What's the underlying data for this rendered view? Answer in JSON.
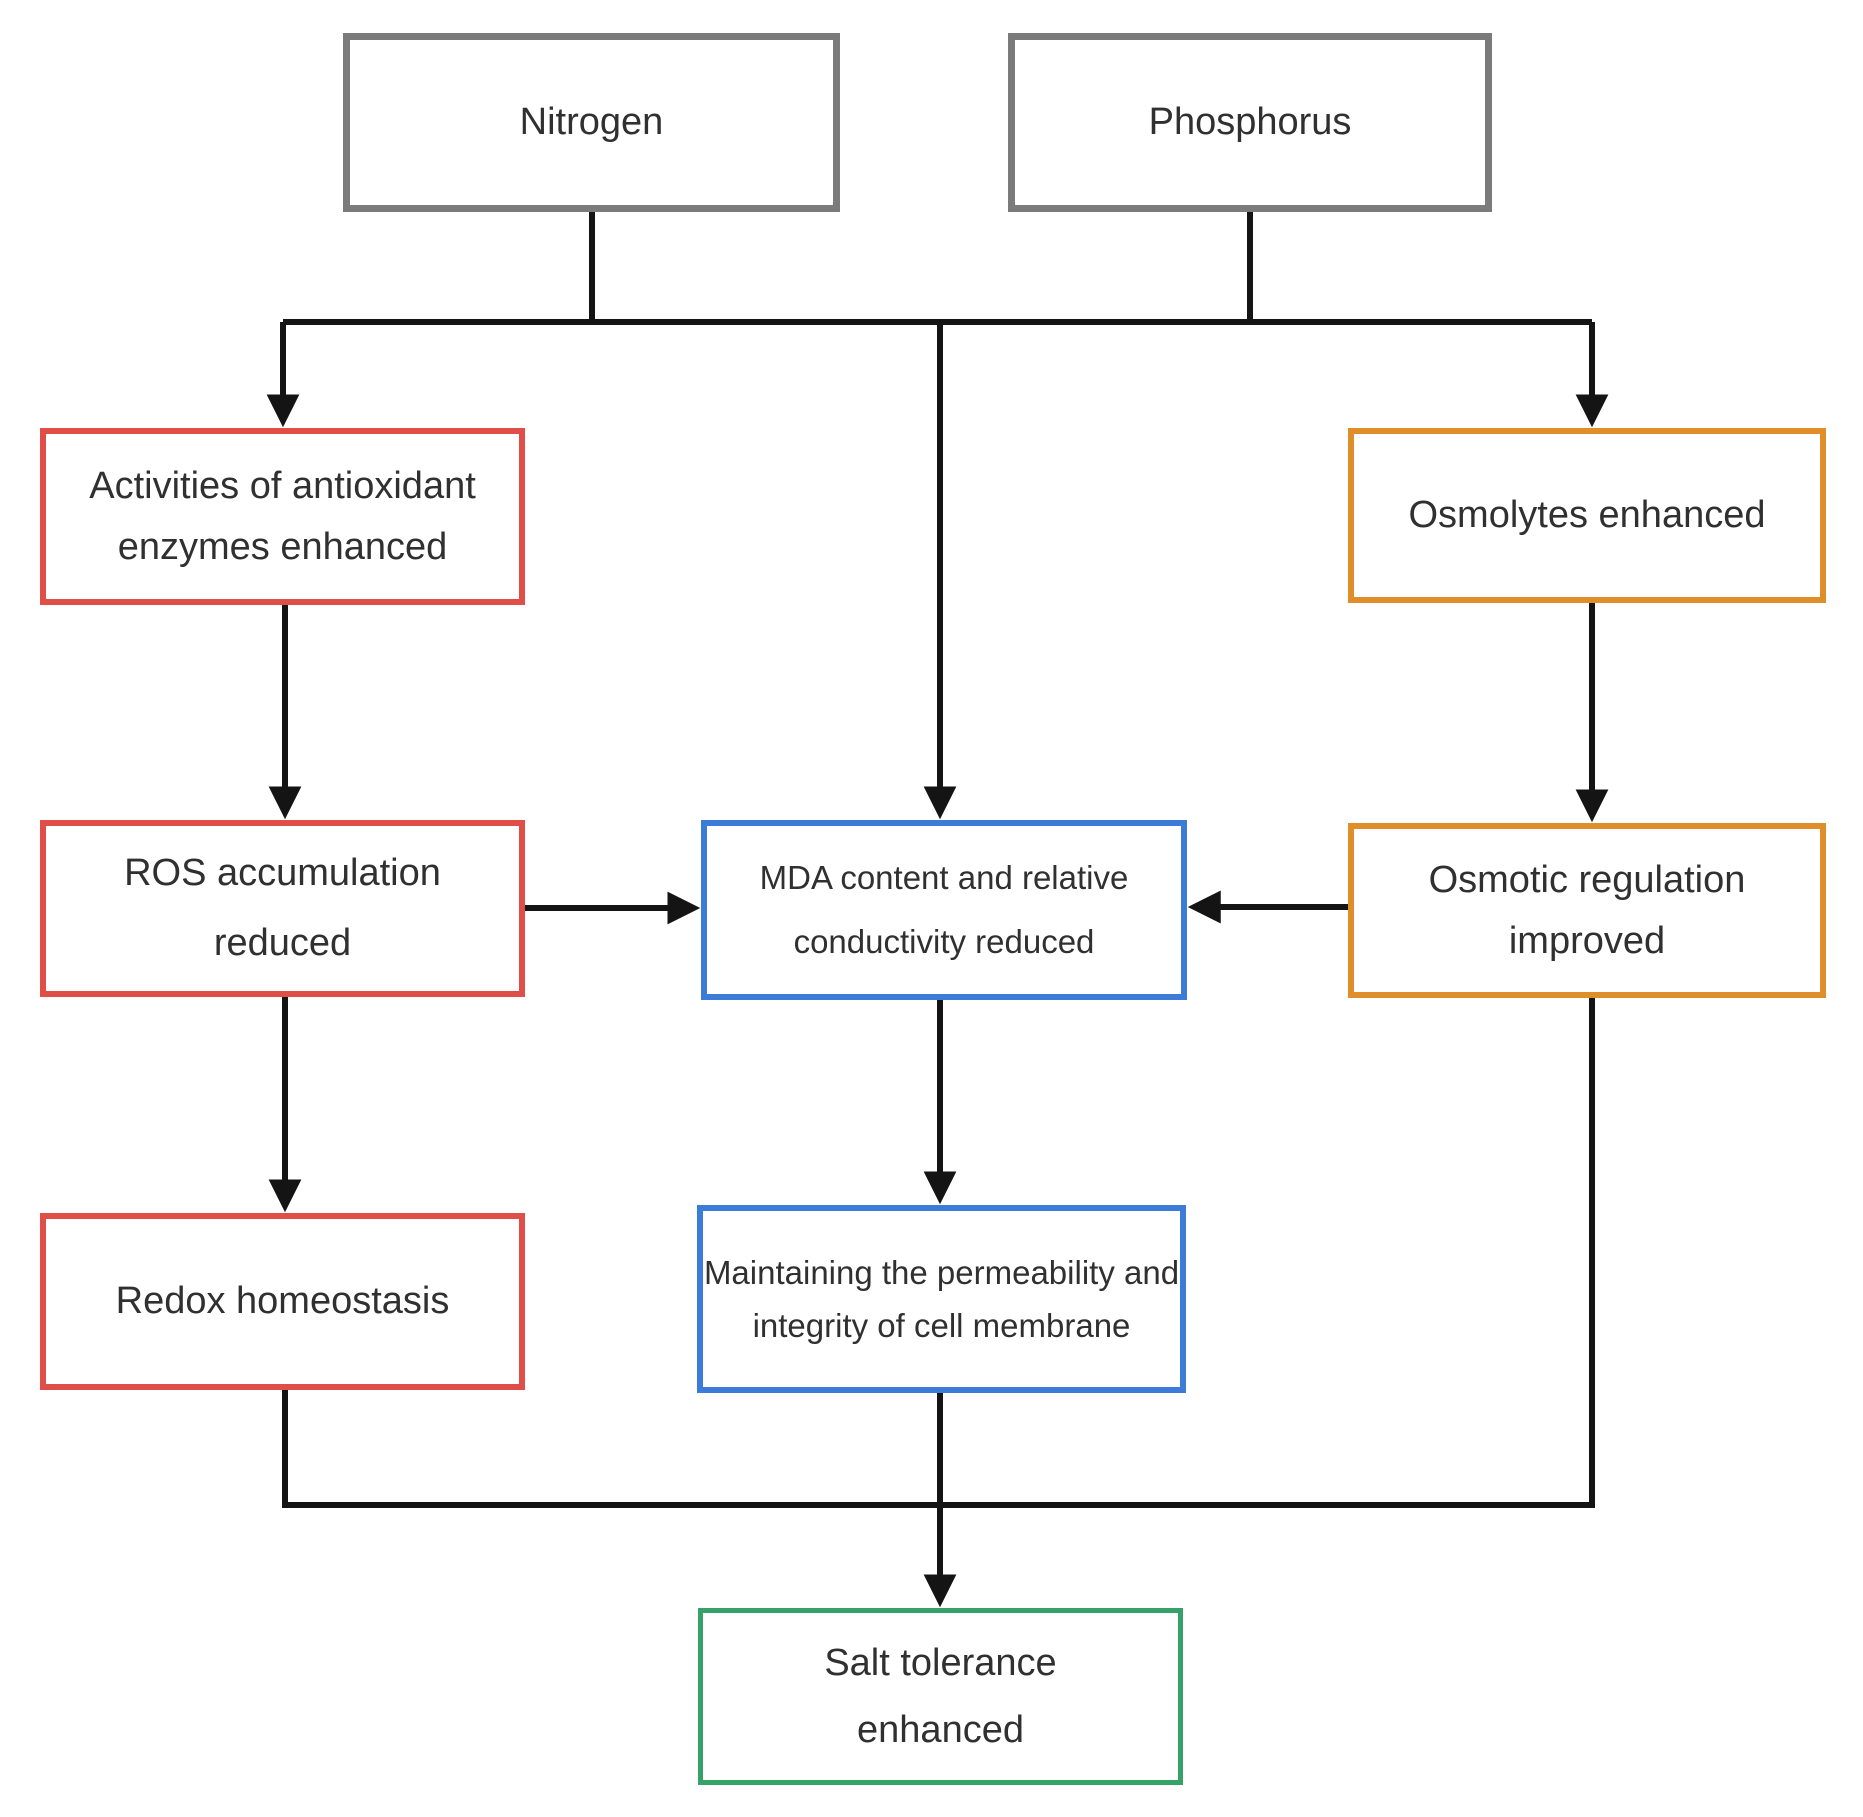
{
  "diagram": {
    "title": "Nitrogen and phosphorus mediated salt tolerance flowchart",
    "nodes": {
      "nitrogen": {
        "label": "Nitrogen",
        "border_color": "#7b7b7b"
      },
      "phosphorus": {
        "label": "Phosphorus",
        "border_color": "#7b7b7b"
      },
      "antioxidant": {
        "label": "Activities of antioxidant enzymes enhanced",
        "border_color": "#e04e48"
      },
      "ros": {
        "label": "ROS accumulation reduced",
        "border_color": "#e04e48"
      },
      "redox": {
        "label": "Redox homeostasis",
        "border_color": "#e04e48"
      },
      "mda": {
        "label": "MDA content and relative conductivity reduced",
        "border_color": "#3c7cd8"
      },
      "membrane": {
        "label": "Maintaining the permeability and integrity of cell membrane",
        "border_color": "#3c7cd8"
      },
      "osmolytes": {
        "label": "Osmolytes enhanced",
        "border_color": "#e08e2a"
      },
      "osmotic": {
        "label": "Osmotic regulation improved",
        "border_color": "#e08e2a"
      },
      "salt": {
        "label": "Salt tolerance enhanced",
        "border_color": "#36a169"
      }
    },
    "edges": [
      {
        "from": "nitrogen",
        "to": "junction",
        "arrow": false
      },
      {
        "from": "phosphorus",
        "to": "junction",
        "arrow": false
      },
      {
        "from": "junction",
        "to": "antioxidant",
        "arrow": true
      },
      {
        "from": "junction",
        "to": "mda",
        "arrow": true
      },
      {
        "from": "junction",
        "to": "osmolytes",
        "arrow": true
      },
      {
        "from": "antioxidant",
        "to": "ros",
        "arrow": true
      },
      {
        "from": "ros",
        "to": "mda",
        "arrow": true
      },
      {
        "from": "osmolytes",
        "to": "osmotic",
        "arrow": true
      },
      {
        "from": "osmotic",
        "to": "mda",
        "arrow": true
      },
      {
        "from": "ros",
        "to": "redox",
        "arrow": true
      },
      {
        "from": "mda",
        "to": "membrane",
        "arrow": true
      },
      {
        "from": "redox",
        "to": "salt",
        "arrow": false
      },
      {
        "from": "osmotic",
        "to": "salt",
        "arrow": false
      },
      {
        "from": "membrane",
        "to": "salt",
        "arrow": true
      }
    ],
    "colors": {
      "line": "#141414",
      "text": "#303030",
      "background": "#ffffff"
    }
  }
}
